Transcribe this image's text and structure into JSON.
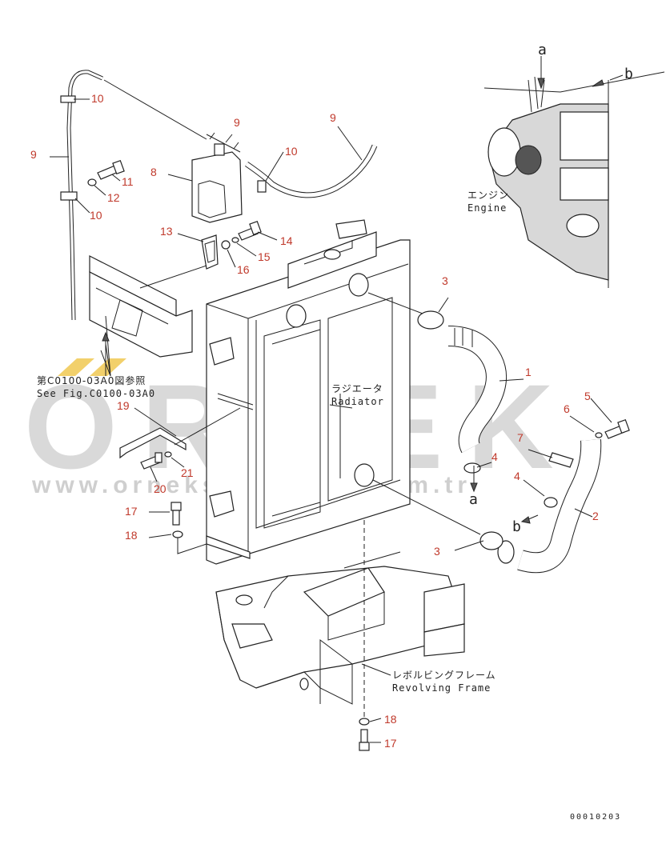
{
  "watermark": {
    "brand": "ORNEK",
    "url": "www.orneksanmalari.com.tr",
    "accent_color": "#f2d06b"
  },
  "labels": {
    "ref_jp": "第C0100-03A0図参照",
    "ref_en": "See Fig.C0100-03A0",
    "engine_jp": "エンジン",
    "engine_en": "Engine",
    "radiator_jp": "ラジエータ",
    "radiator_en": "Radiator",
    "frame_jp": "レボルビングフレーム",
    "frame_en": "Revolving Frame",
    "conn_a_top": "a",
    "conn_b_top": "b",
    "conn_a_bottom": "a",
    "conn_b_bottom": "b",
    "drawing_code": "00010203"
  },
  "parts": [
    {
      "id": "c1",
      "number": "1"
    },
    {
      "id": "c2",
      "number": "2"
    },
    {
      "id": "c3a",
      "number": "3"
    },
    {
      "id": "c3b",
      "number": "3"
    },
    {
      "id": "c4a",
      "number": "4"
    },
    {
      "id": "c4b",
      "number": "4"
    },
    {
      "id": "c5",
      "number": "5"
    },
    {
      "id": "c6",
      "number": "6"
    },
    {
      "id": "c7",
      "number": "7"
    },
    {
      "id": "c8",
      "number": "8"
    },
    {
      "id": "c9a",
      "number": "9"
    },
    {
      "id": "c9b",
      "number": "9"
    },
    {
      "id": "c9c",
      "number": "9"
    },
    {
      "id": "c10a",
      "number": "10"
    },
    {
      "id": "c10b",
      "number": "10"
    },
    {
      "id": "c10c",
      "number": "10"
    },
    {
      "id": "c11",
      "number": "11"
    },
    {
      "id": "c12",
      "number": "12"
    },
    {
      "id": "c13",
      "number": "13"
    },
    {
      "id": "c14",
      "number": "14"
    },
    {
      "id": "c15",
      "number": "15"
    },
    {
      "id": "c16",
      "number": "16"
    },
    {
      "id": "c17a",
      "number": "17"
    },
    {
      "id": "c17b",
      "number": "17"
    },
    {
      "id": "c18a",
      "number": "18"
    },
    {
      "id": "c18b",
      "number": "18"
    },
    {
      "id": "c19",
      "number": "19"
    },
    {
      "id": "c20",
      "number": "20"
    },
    {
      "id": "c21",
      "number": "21"
    }
  ]
}
